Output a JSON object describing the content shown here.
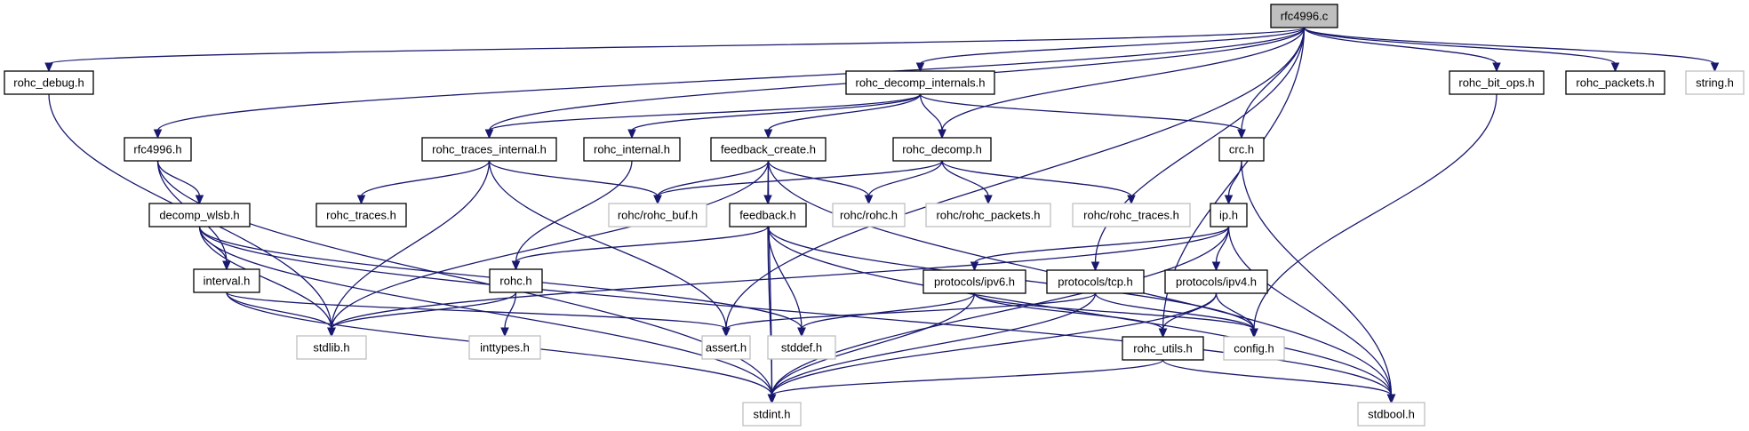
{
  "title": "rfc4996.c include dependency graph",
  "colors": {
    "edge": "#191970",
    "root_fill": "#bfbfbf",
    "documented_border": "#000000",
    "external_border": "#bfbfbf"
  },
  "nodes": [
    {
      "id": "rfc4996_c",
      "label": "rfc4996.c",
      "kind": "root"
    },
    {
      "id": "rohc_debug_h",
      "label": "rohc_debug.h",
      "kind": "documented"
    },
    {
      "id": "rohc_decomp_internals_h",
      "label": "rohc_decomp_internals.h",
      "kind": "documented"
    },
    {
      "id": "rohc_bit_ops_h",
      "label": "rohc_bit_ops.h",
      "kind": "documented"
    },
    {
      "id": "rohc_packets_h",
      "label": "rohc_packets.h",
      "kind": "documented"
    },
    {
      "id": "string_h",
      "label": "string.h",
      "kind": "external"
    },
    {
      "id": "rfc4996_h",
      "label": "rfc4996.h",
      "kind": "documented"
    },
    {
      "id": "rohc_traces_internal_h",
      "label": "rohc_traces_internal.h",
      "kind": "documented"
    },
    {
      "id": "rohc_internal_h",
      "label": "rohc_internal.h",
      "kind": "documented"
    },
    {
      "id": "feedback_create_h",
      "label": "feedback_create.h",
      "kind": "documented"
    },
    {
      "id": "rohc_decomp_h",
      "label": "rohc_decomp.h",
      "kind": "documented"
    },
    {
      "id": "crc_h",
      "label": "crc.h",
      "kind": "documented"
    },
    {
      "id": "decomp_wlsb_h",
      "label": "decomp_wlsb.h",
      "kind": "documented"
    },
    {
      "id": "rohc_traces_h",
      "label": "rohc_traces.h",
      "kind": "documented"
    },
    {
      "id": "rohc_rohc_buf_h",
      "label": "rohc/rohc_buf.h",
      "kind": "external"
    },
    {
      "id": "feedback_h",
      "label": "feedback.h",
      "kind": "documented"
    },
    {
      "id": "rohc_rohc_h",
      "label": "rohc/rohc.h",
      "kind": "external"
    },
    {
      "id": "rohc_rohc_packets_h",
      "label": "rohc/rohc_packets.h",
      "kind": "external"
    },
    {
      "id": "rohc_rohc_traces_h",
      "label": "rohc/rohc_traces.h",
      "kind": "external"
    },
    {
      "id": "ip_h",
      "label": "ip.h",
      "kind": "documented"
    },
    {
      "id": "interval_h",
      "label": "interval.h",
      "kind": "documented"
    },
    {
      "id": "rohc_h",
      "label": "rohc.h",
      "kind": "documented"
    },
    {
      "id": "protocols_ipv6_h",
      "label": "protocols/ipv6.h",
      "kind": "documented"
    },
    {
      "id": "protocols_tcp_h",
      "label": "protocols/tcp.h",
      "kind": "documented"
    },
    {
      "id": "protocols_ipv4_h",
      "label": "protocols/ipv4.h",
      "kind": "documented"
    },
    {
      "id": "stdlib_h",
      "label": "stdlib.h",
      "kind": "external"
    },
    {
      "id": "inttypes_h",
      "label": "inttypes.h",
      "kind": "external"
    },
    {
      "id": "assert_h",
      "label": "assert.h",
      "kind": "external"
    },
    {
      "id": "stddef_h",
      "label": "stddef.h",
      "kind": "external"
    },
    {
      "id": "rohc_utils_h",
      "label": "rohc_utils.h",
      "kind": "documented"
    },
    {
      "id": "config_h",
      "label": "config.h",
      "kind": "external"
    },
    {
      "id": "stdint_h",
      "label": "stdint.h",
      "kind": "external"
    },
    {
      "id": "stdbool_h",
      "label": "stdbool.h",
      "kind": "external"
    }
  ],
  "edges": [
    [
      "rfc4996_c",
      "rohc_debug_h"
    ],
    [
      "rfc4996_c",
      "rohc_decomp_internals_h"
    ],
    [
      "rfc4996_c",
      "rohc_bit_ops_h"
    ],
    [
      "rfc4996_c",
      "rohc_packets_h"
    ],
    [
      "rfc4996_c",
      "string_h"
    ],
    [
      "rfc4996_c",
      "rfc4996_h"
    ],
    [
      "rfc4996_c",
      "rohc_traces_internal_h"
    ],
    [
      "rfc4996_c",
      "rohc_decomp_h"
    ],
    [
      "rfc4996_c",
      "crc_h"
    ],
    [
      "rfc4996_c",
      "assert_h"
    ],
    [
      "rfc4996_c",
      "protocols_tcp_h"
    ],
    [
      "rfc4996_c",
      "rohc_utils_h"
    ],
    [
      "rohc_debug_h",
      "stdlib_h"
    ],
    [
      "rohc_decomp_internals_h",
      "rohc_traces_internal_h"
    ],
    [
      "rohc_decomp_internals_h",
      "rohc_internal_h"
    ],
    [
      "rohc_decomp_internals_h",
      "feedback_create_h"
    ],
    [
      "rohc_decomp_internals_h",
      "rohc_decomp_h"
    ],
    [
      "rohc_decomp_internals_h",
      "crc_h"
    ],
    [
      "rohc_bit_ops_h",
      "config_h"
    ],
    [
      "rfc4996_h",
      "decomp_wlsb_h"
    ],
    [
      "rfc4996_h",
      "interval_h"
    ],
    [
      "rfc4996_h",
      "stdint_h"
    ],
    [
      "rohc_traces_internal_h",
      "rohc_traces_h"
    ],
    [
      "rohc_traces_internal_h",
      "rohc_rohc_buf_h"
    ],
    [
      "rohc_traces_internal_h",
      "stdlib_h"
    ],
    [
      "rohc_traces_internal_h",
      "assert_h"
    ],
    [
      "rohc_internal_h",
      "rohc_h"
    ],
    [
      "feedback_create_h",
      "rohc_rohc_buf_h"
    ],
    [
      "feedback_create_h",
      "feedback_h"
    ],
    [
      "feedback_create_h",
      "rohc_rohc_h"
    ],
    [
      "feedback_create_h",
      "stdlib_h"
    ],
    [
      "feedback_create_h",
      "stdint_h"
    ],
    [
      "feedback_create_h",
      "stdbool_h"
    ],
    [
      "rohc_decomp_h",
      "rohc_rohc_buf_h"
    ],
    [
      "rohc_decomp_h",
      "rohc_rohc_h"
    ],
    [
      "rohc_decomp_h",
      "rohc_rohc_packets_h"
    ],
    [
      "rohc_decomp_h",
      "rohc_rohc_traces_h"
    ],
    [
      "crc_h",
      "ip_h"
    ],
    [
      "crc_h",
      "stdbool_h"
    ],
    [
      "decomp_wlsb_h",
      "interval_h"
    ],
    [
      "decomp_wlsb_h",
      "stdlib_h"
    ],
    [
      "decomp_wlsb_h",
      "stdint_h"
    ],
    [
      "decomp_wlsb_h",
      "stdbool_h"
    ],
    [
      "decomp_wlsb_h",
      "stddef_h"
    ],
    [
      "feedback_h",
      "rohc_h"
    ],
    [
      "feedback_h",
      "stdint_h"
    ],
    [
      "feedback_h",
      "stddef_h"
    ],
    [
      "feedback_h",
      "stdbool_h"
    ],
    [
      "feedback_h",
      "config_h"
    ],
    [
      "ip_h",
      "protocols_ipv6_h"
    ],
    [
      "ip_h",
      "protocols_ipv4_h"
    ],
    [
      "ip_h",
      "stdlib_h"
    ],
    [
      "ip_h",
      "stdint_h"
    ],
    [
      "ip_h",
      "stdbool_h"
    ],
    [
      "interval_h",
      "stdlib_h"
    ],
    [
      "interval_h",
      "stdint_h"
    ],
    [
      "interval_h",
      "assert_h"
    ],
    [
      "rohc_h",
      "stdlib_h"
    ],
    [
      "rohc_h",
      "inttypes_h"
    ],
    [
      "protocols_ipv6_h",
      "rohc_utils_h"
    ],
    [
      "protocols_ipv6_h",
      "config_h"
    ],
    [
      "protocols_ipv6_h",
      "stdint_h"
    ],
    [
      "protocols_ipv6_h",
      "stddef_h"
    ],
    [
      "protocols_tcp_h",
      "assert_h"
    ],
    [
      "protocols_tcp_h",
      "config_h"
    ],
    [
      "protocols_tcp_h",
      "stdint_h"
    ],
    [
      "protocols_ipv4_h",
      "rohc_utils_h"
    ],
    [
      "protocols_ipv4_h",
      "config_h"
    ],
    [
      "protocols_ipv4_h",
      "stdint_h"
    ],
    [
      "rohc_utils_h",
      "stdint_h"
    ],
    [
      "rohc_utils_h",
      "stdbool_h"
    ]
  ]
}
